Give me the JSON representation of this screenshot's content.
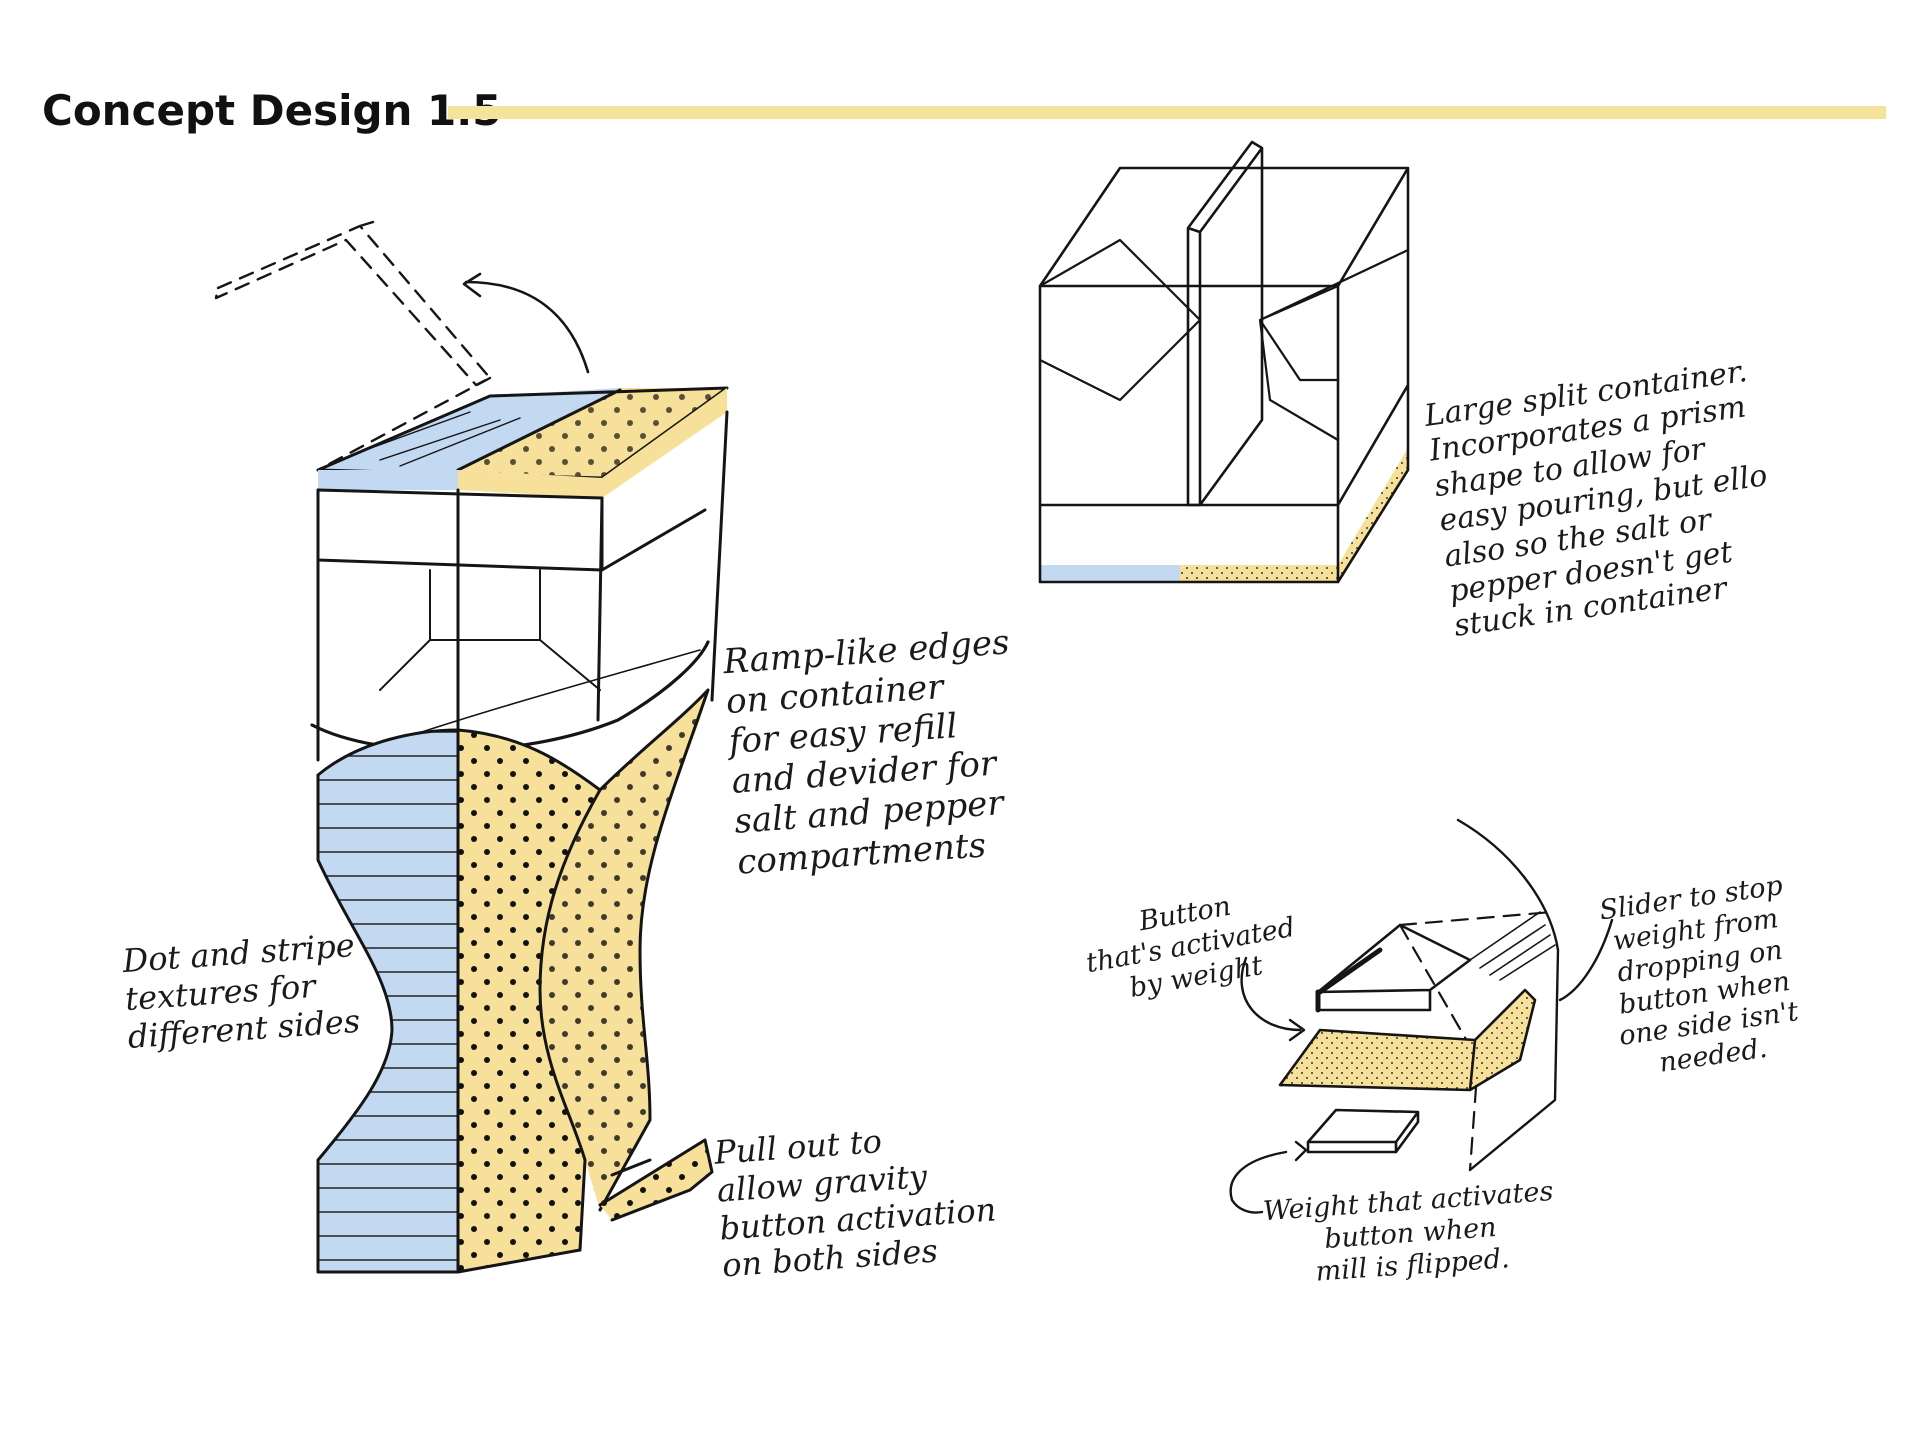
{
  "page": {
    "title": "Concept Design 1.5",
    "accent_color": "#f6e39b",
    "blue_color": "#c3d8f1",
    "yellow_color": "#f7e09a"
  },
  "annotations": {
    "ramp_edges": "Ramp-like edges\non container\nfor easy refill\nand devider for\nsalt and pepper\ncompartments",
    "textures": "Dot and stripe\ntextures for\ndifferent sides",
    "pull_out": "Pull out to\nallow gravity\nbutton activation\non both sides",
    "split_container": "Large split container.\nIncorporates a prism\nshape to allow for\neasy pouring, but ello\nalso so the salt or\npepper doesn't get\nstuck in container",
    "button": "Button\nthat's activated\nby weight",
    "slider": "Slider to stop\nweight from\ndropping on\nbutton when\none side isn't\nneeded.",
    "weight": "Weight that activates\nbutton when\nmill is flipped."
  }
}
